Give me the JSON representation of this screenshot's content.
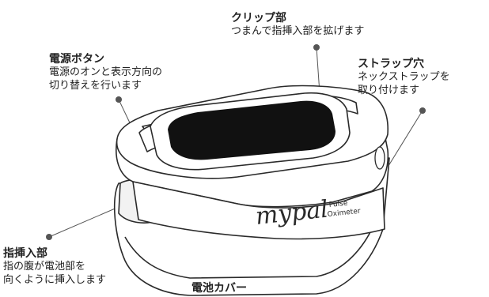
{
  "callouts": {
    "clip": {
      "title": "クリップ部",
      "desc": [
        "つまんで指挿入部を拡げます"
      ]
    },
    "power": {
      "title": "電源ボタン",
      "desc": [
        "電源のオンと表示方向の",
        "切り替えを行います"
      ]
    },
    "strap": {
      "title": "ストラップ穴",
      "desc": [
        "ネックストラップを",
        "取り付けます"
      ]
    },
    "finger": {
      "title": "指挿入部",
      "desc": [
        "指の腹が電池部を",
        "向くように挿入します"
      ]
    },
    "battery": {
      "title": "電池カバー"
    }
  },
  "device": {
    "brand": "mypal",
    "product_line1": "Pulse",
    "product_line2": "Oximeter"
  },
  "colors": {
    "outline": "#2a2a2a",
    "screen": "#111111",
    "leader": "#555555",
    "dot": "#555555"
  }
}
